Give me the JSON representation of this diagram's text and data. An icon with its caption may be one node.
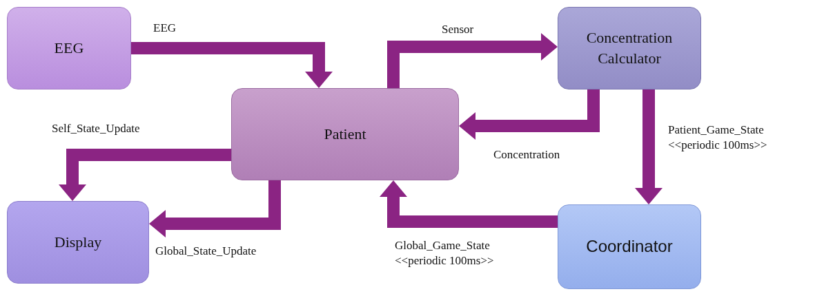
{
  "diagram": {
    "nodes": [
      {
        "text": [
          "EEG"
        ]
      },
      {
        "text": [
          "Patient"
        ]
      },
      {
        "text": [
          "Concentration Calculator"
        ]
      },
      {
        "text": [
          "Display"
        ]
      },
      {
        "text": [
          "Coordinator"
        ]
      }
    ],
    "edges": [
      {
        "from": 0,
        "to": 1,
        "arrow": "to",
        "label": "EEG"
      },
      {
        "from": 1,
        "to": 2,
        "arrow": "to",
        "label": "Sensor"
      },
      {
        "from": 2,
        "to": 1,
        "arrow": "to",
        "label": "Concentration"
      },
      {
        "from": 1,
        "to": 3,
        "arrow": "to",
        "label": "Self_State_Update"
      },
      {
        "from": 1,
        "to": 3,
        "arrow": "to",
        "label": "Global_State_Update"
      },
      {
        "from": 2,
        "to": 4,
        "arrow": "to",
        "label": "Patient_Game_State <<periodic 100ms>>"
      },
      {
        "from": 4,
        "to": 1,
        "arrow": "to",
        "label": "Global_Game_State <<periodic 100ms>>"
      }
    ]
  }
}
